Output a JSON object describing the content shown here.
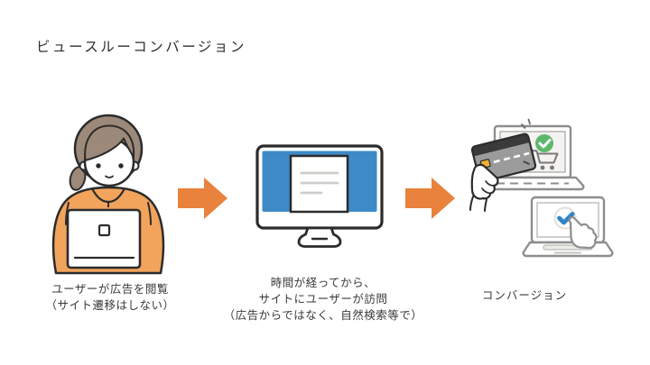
{
  "title": "ビュースルーコンバージョン",
  "steps": [
    {
      "name": "ad-view",
      "illustration": "woman-using-laptop",
      "caption_lines": [
        "ユーザーが広告を閲覧",
        "（サイト遷移はしない）"
      ]
    },
    {
      "name": "site-visit",
      "illustration": "desktop-monitor-webpage",
      "caption_lines": [
        "時間が経ってから、",
        "サイトにユーザーが訪問",
        "（広告からではなく、自然検索等で）"
      ]
    },
    {
      "name": "conversion",
      "illustration": "online-purchase-and-checkmark",
      "caption_lines": [
        "コンバージョン"
      ]
    }
  ],
  "icons": {
    "arrow": "orange-block-arrow-right"
  },
  "colors": {
    "arrow_orange": "#E8823C",
    "hoodie_orange": "#F2A45C",
    "hair_brown": "#9C8979",
    "screen_blue": "#3E8AC6",
    "success_green": "#5CB96B",
    "check_blue": "#2F85C7",
    "outline_dark": "#2B2B2B",
    "outline_gray": "#8E8E8E",
    "card_gray": "#9B9B9B",
    "card_stripe_dark": "#3A3A3A",
    "chip_yellow": "#F2B135",
    "line_gray": "#CFCDC9",
    "text_dark": "#3A3A3A",
    "background": "#FFFFFF"
  }
}
